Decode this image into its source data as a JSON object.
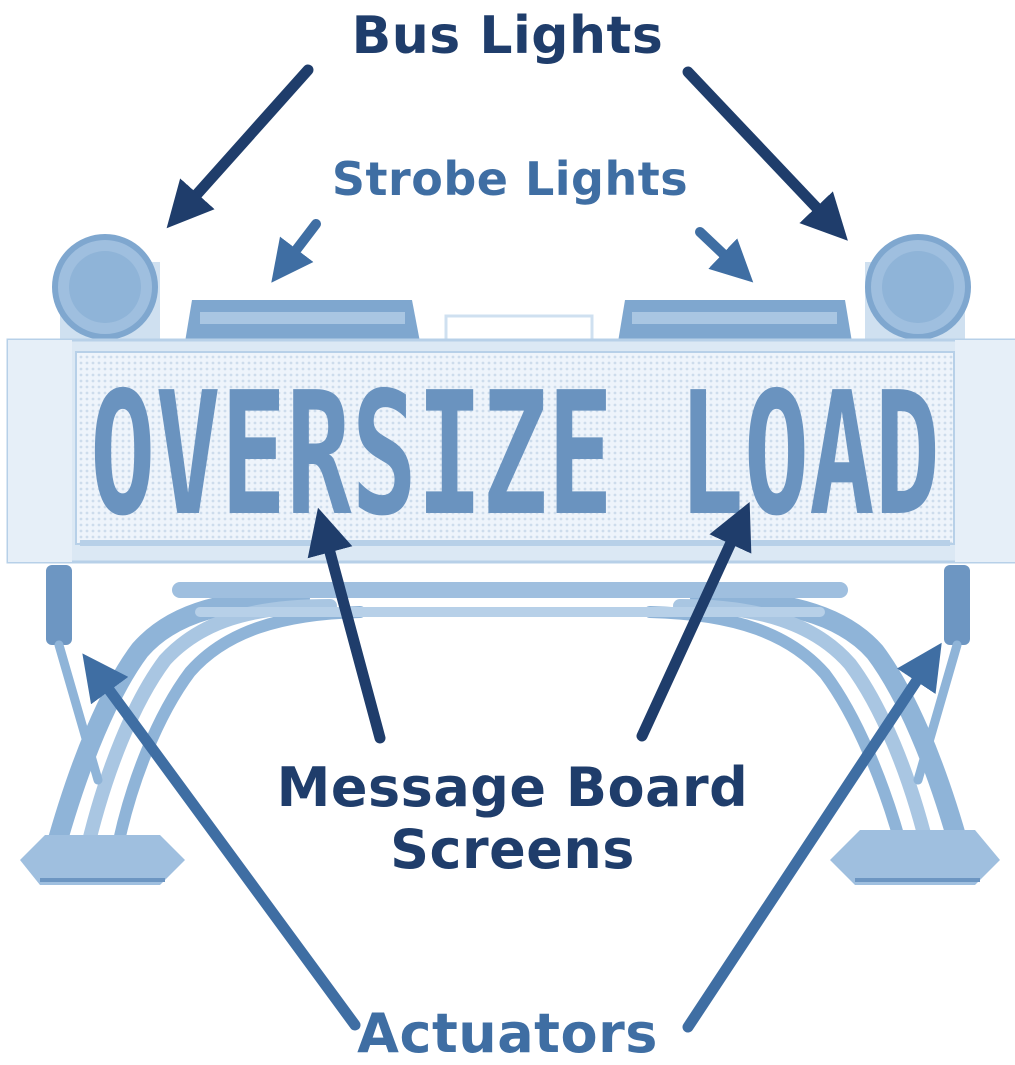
{
  "labels": {
    "bus_lights": "Bus Lights",
    "strobe_lights": "Strobe Lights",
    "message_board_line1": "Message Board",
    "message_board_line2": "Screens",
    "actuators": "Actuators"
  },
  "sign": {
    "message": "OVERSIZE LOAD"
  },
  "colors": {
    "label_dark": "#1f3d6b",
    "label_medium": "#3f6ea3",
    "product_tint": "#8fb4d8",
    "product_light": "#dbe8f4",
    "product_shadow": "#6d96c2",
    "screen_bg": "#eef4fb",
    "screen_text": "#6a93bf"
  },
  "icons": [
    "arrow"
  ]
}
